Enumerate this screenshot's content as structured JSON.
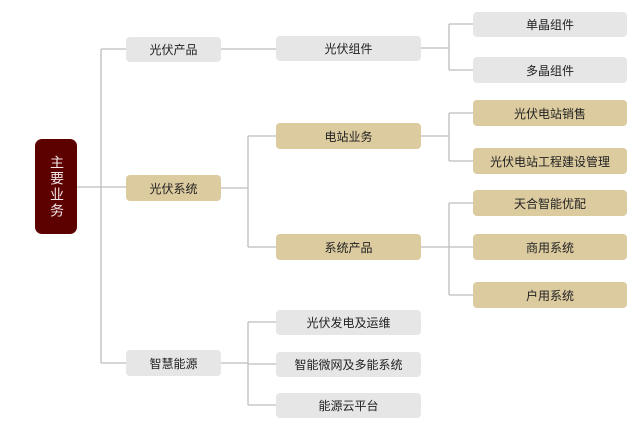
{
  "root": {
    "label": "主要业务"
  },
  "level1": [
    {
      "label": "光伏产品"
    },
    {
      "label": "光伏系统"
    },
    {
      "label": "智慧能源"
    }
  ],
  "level2": [
    {
      "label": "光伏组件"
    },
    {
      "label": "电站业务"
    },
    {
      "label": "系统产品"
    },
    {
      "label": "光伏发电及运维"
    },
    {
      "label": "智能微网及多能系统"
    },
    {
      "label": "能源云平台"
    }
  ],
  "level3": [
    {
      "label": "单晶组件"
    },
    {
      "label": "多晶组件"
    },
    {
      "label": "光伏电站销售"
    },
    {
      "label": "光伏电站工程建设管理"
    },
    {
      "label": "天合智能优配"
    },
    {
      "label": "商用系统"
    },
    {
      "label": "户用系统"
    }
  ],
  "colors": {
    "root": "#5c0000",
    "highlight": "#dccb9f",
    "neutral": "#e6e6e6",
    "line": "#bdbdbd"
  }
}
